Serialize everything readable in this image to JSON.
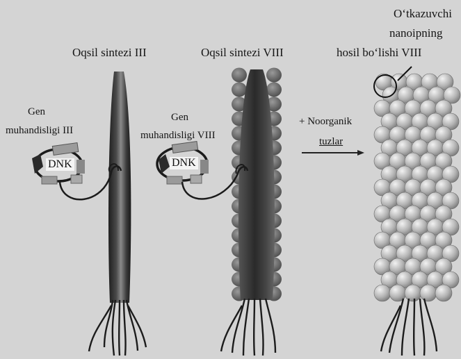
{
  "labels": {
    "col1_title": "Oqsil sintezi III",
    "col2_title": "Oqsil sintezi VIII",
    "col3_title": "hosil bo‘lishi VIII",
    "top_right_line1": "O‘tkazuvchi",
    "top_right_line2": "nanoipning",
    "gen1_line1": "Gen",
    "gen1_line2": "muhandisligi III",
    "gen2_line1": "Gen",
    "gen2_line2": "muhandisligi VIII",
    "dnk1": "DNK",
    "dnk2": "DNK",
    "arrow_line1": "+ Noorganik",
    "arrow_line2": "tuzlar"
  }
}
